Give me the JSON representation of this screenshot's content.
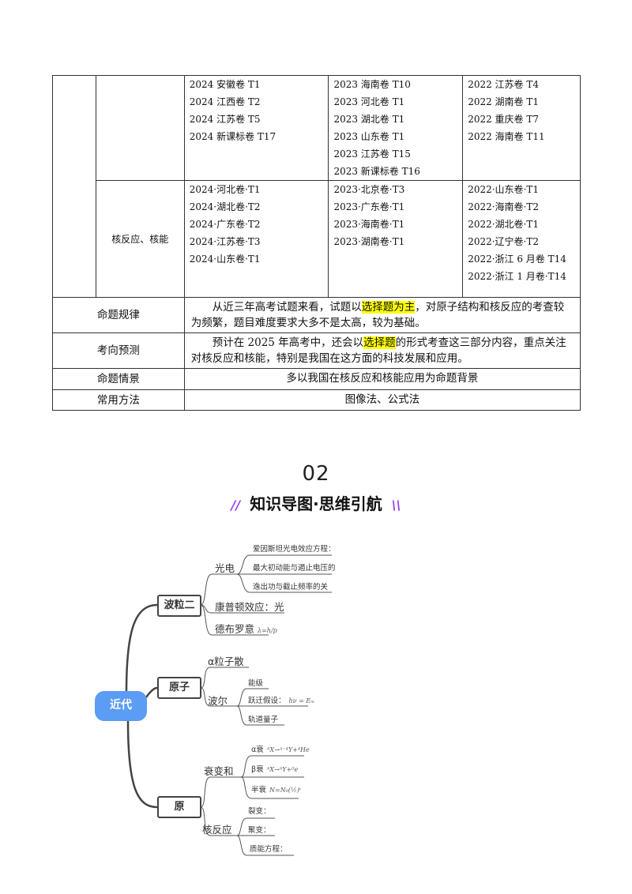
{
  "table": {
    "row1": {
      "topic": "",
      "y2024": [
        "2024 安徽卷 T1",
        "2024 江西卷 T2",
        "2024 江苏卷 T5",
        "2024 新课标卷 T17"
      ],
      "y2023": [
        "2023 海南卷 T10",
        "2023 河北卷  T1",
        "2023 湖北卷 T1",
        "2023 山东卷  T1",
        "2023 江苏卷  T15",
        "2023 新课标卷 T16"
      ],
      "y2022": [
        "2022 江苏卷  T4",
        "2022 湖南卷  T1",
        "2022 重庆卷  T7",
        "2022 海南卷 T11"
      ]
    },
    "row2": {
      "topic": "核反应、核能",
      "y2024": [
        "2024·河北卷·T1",
        "2024·湖北卷·T2",
        "2024·广东卷·T2",
        "2024·江苏卷·T3",
        "2024·山东卷·T1"
      ],
      "y2023": [
        "2023·北京卷·T3",
        "2023·广东卷·T1",
        "2023·海南卷·T1",
        "2023·湖南卷·T1"
      ],
      "y2022": [
        "2022·山东卷·T1",
        "2022·海南卷·T2",
        "2022·湖北卷·T1",
        "2022·辽宁卷·T2",
        "2022·浙江 6 月卷 T14",
        "2022·浙江 1 月卷·T14"
      ]
    },
    "rules": {
      "label": "命题规律",
      "pre": "从近三年高考试题来看，试题以",
      "hl": "选择题为主",
      "post": "，对原子结构和核反应的考查较为频繁，题目难度要求大多不是太高，较为基础。"
    },
    "forecast": {
      "label": "考向预测",
      "pre": "预计在 2025 年高考中，还会以",
      "hl": "选择题",
      "post": "的形式考查这三部分内容，重点关注对核反应和核能，特别是我国在这方面的科技发展和应用。"
    },
    "context": {
      "label": "命题情景",
      "text": "多以我国在核反应和核能应用为命题背景"
    },
    "methods": {
      "label": "常用方法",
      "text": "图像法、公式法"
    }
  },
  "section": {
    "number": "02",
    "title": "知识导图·思维引航",
    "accent": "#9b3ff0"
  },
  "mindmap": {
    "root": "近代",
    "root_color": "#5b9cf5",
    "wave": {
      "label": "波粒二",
      "photo": "光电",
      "compton": "康普顿效应：光",
      "debroglie": "德布罗意",
      "debroglie_formula": "λ=h/p",
      "photo_items": [
        "爱因斯坦光电效应方程：",
        "最大初动能与遏止电压的",
        "逸出功与截止频率的关"
      ]
    },
    "atom": {
      "label": "原子",
      "alpha": "α粒子散",
      "bohr": "波尔",
      "bohr_items": [
        "能级",
        "跃迁假设：",
        "轨道量子"
      ],
      "transition_formula": "hν = Eₘ"
    },
    "nucleus": {
      "label": "原",
      "decay": "衰变和",
      "reaction": "核反应",
      "decay_items": [
        "α衰",
        "β衰",
        "半衰"
      ],
      "decay_formulas": [
        "ᴬX→ᴬ⁻⁴Y+⁴He",
        "ᴬX→ᴬY+⁰e",
        "N=N₀(½)ᵗ"
      ],
      "reaction_items": [
        "裂变：",
        "聚变：",
        "质能方程："
      ]
    }
  }
}
